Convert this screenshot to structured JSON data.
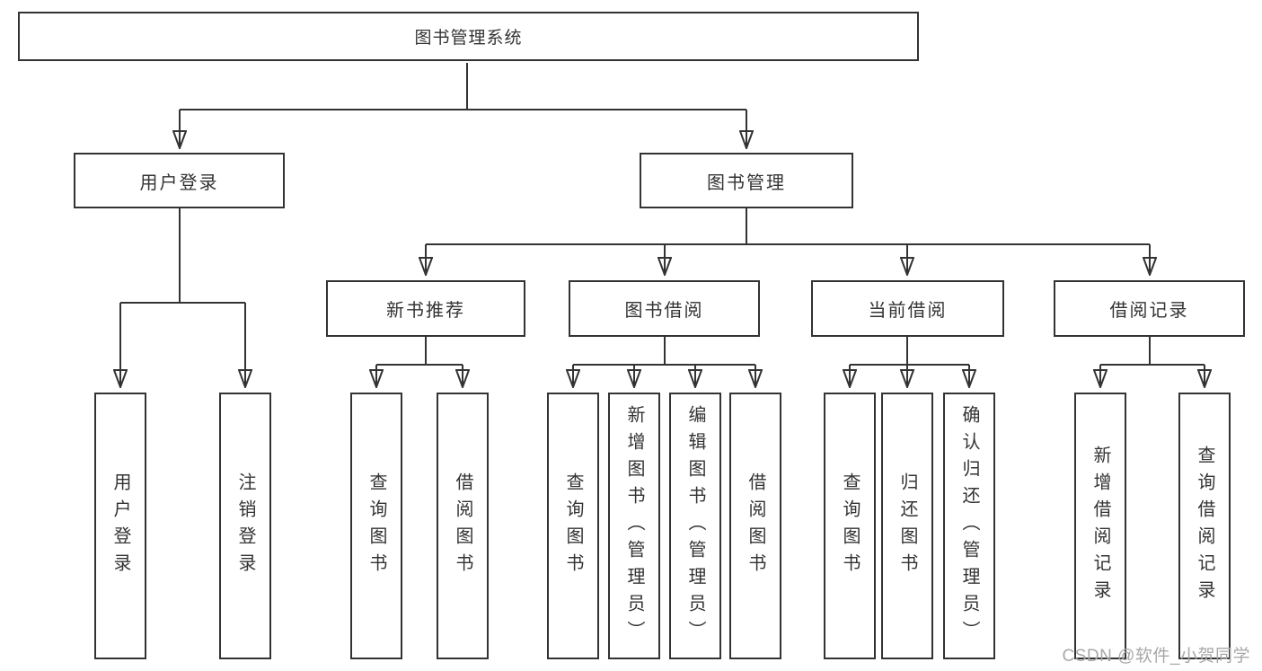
{
  "colors": {
    "line": "#333333",
    "box_fill": "#ffffff",
    "text": "#333333",
    "watermark_color": "#a8a8a8"
  },
  "watermark": "CSDN @软件_小贺同学",
  "tree": {
    "label": "图书管理系统",
    "children": [
      {
        "label": "用户登录",
        "children": [
          {
            "label": "用户登录"
          },
          {
            "label": "注销登录"
          }
        ]
      },
      {
        "label": "图书管理",
        "children": [
          {
            "label": "新书推荐",
            "children": [
              {
                "label": "查询图书"
              },
              {
                "label": "借阅图书"
              }
            ]
          },
          {
            "label": "图书借阅",
            "children": [
              {
                "label": "查询图书"
              },
              {
                "label": "新增图书（管理员）"
              },
              {
                "label": "编辑图书（管理员）"
              },
              {
                "label": "借阅图书"
              }
            ]
          },
          {
            "label": "当前借阅",
            "children": [
              {
                "label": "查询图书"
              },
              {
                "label": "归还图书"
              },
              {
                "label": "确认归还（管理员）"
              }
            ]
          },
          {
            "label": "借阅记录",
            "children": [
              {
                "label": "新增借阅记录"
              },
              {
                "label": "查询借阅记录"
              }
            ]
          }
        ]
      }
    ]
  }
}
